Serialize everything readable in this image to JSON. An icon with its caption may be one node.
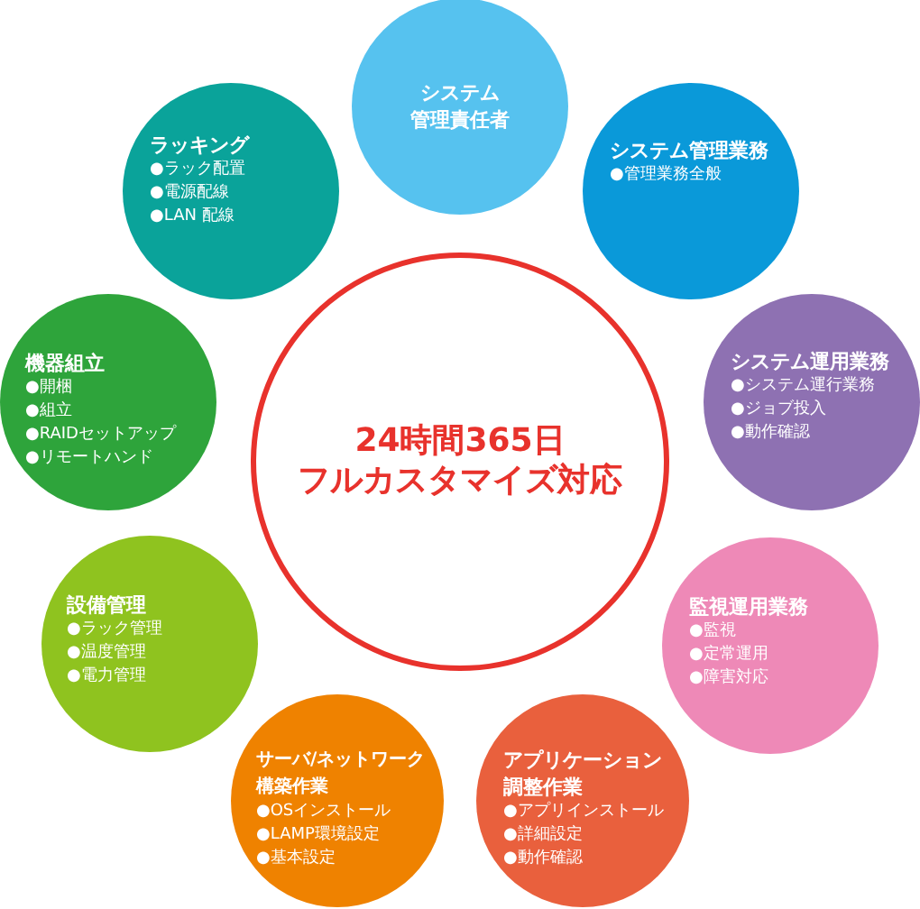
{
  "diagram": {
    "nodes": [
      {
        "text": [
          "24時間365日フルカスタマイズ対応"
        ]
      },
      {
        "text": [
          "システム管理責任者"
        ]
      },
      {
        "text": [
          "システム管理業務",
          "●管理業務全般"
        ]
      },
      {
        "text": [
          "システム運用業務",
          "●システム運行業務",
          "●ジョブ投入",
          "●動作確認"
        ]
      },
      {
        "text": [
          "監視運用業務",
          "●監視",
          "●定常運用",
          "●障害対応"
        ]
      },
      {
        "text": [
          "アプリケーション調整作業",
          "●アプリインストール",
          "●詳細設定",
          "●動作確認"
        ]
      },
      {
        "text": [
          "サーバ/ネットワーク構築作業",
          "●OSインストール",
          "●LAMP環境設定",
          "●基本設定"
        ]
      },
      {
        "text": [
          "設備管理",
          "●ラック管理",
          "●温度管理",
          "●電力管理"
        ]
      },
      {
        "text": [
          "機器組立",
          "●開梱",
          "●組立",
          "●RAIDセットアップ",
          "●リモートハンド"
        ]
      },
      {
        "text": [
          "ラッキング",
          "●ラック配置",
          "●電源配線",
          "●LAN 配線"
        ]
      }
    ]
  }
}
